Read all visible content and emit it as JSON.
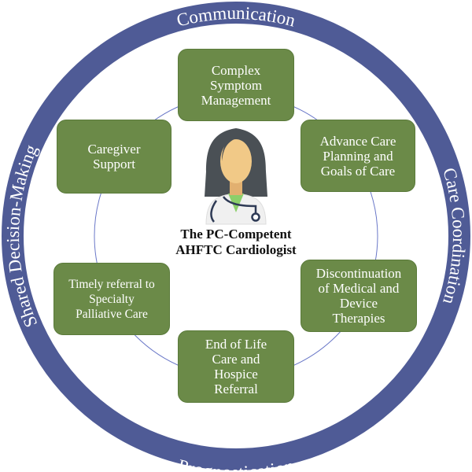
{
  "ring": {
    "color": "#4f5b96",
    "labels": {
      "top": "Communication",
      "right": "Care Coordination",
      "bottom": "Prognostication",
      "left": "Shared Decision-Making"
    }
  },
  "center": {
    "icon": "female-doctor-with-stethoscope-icon",
    "title": "The PC-Competent\nAHFTC Cardiologist"
  },
  "box_color": "#6b8a48",
  "boxes": [
    {
      "label": "Complex\nSymptom\nManagement"
    },
    {
      "label": "Advance Care\nPlanning and\nGoals of Care"
    },
    {
      "label": "Discontinuation\nof Medical and\nDevice\nTherapies"
    },
    {
      "label": "End of Life\nCare and\nHospice\nReferral"
    },
    {
      "label": "Timely referral to\nSpecialty\nPalliative Care"
    },
    {
      "label": "Caregiver\nSupport"
    }
  ]
}
